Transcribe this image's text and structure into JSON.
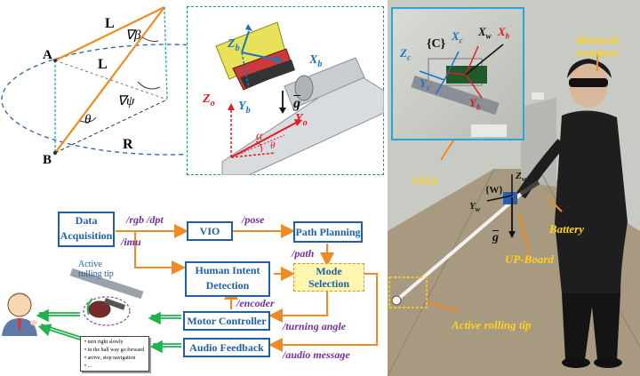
{
  "geometry": {
    "point_a": "A",
    "point_b": "B",
    "edge_l_top": "L",
    "edge_l_mid": "L",
    "angle_beta": "∇β",
    "angle_psi": "∇ψ",
    "angle_theta": "θ",
    "radius": "R"
  },
  "cane_frames": {
    "z_b": "Z",
    "x_b": "X",
    "y_b": "Y",
    "sub_b": "b",
    "z_o": "Z",
    "x_o": "Y",
    "y_o": "Y",
    "sub_o": "o",
    "alpha": "α",
    "theta": "θ",
    "gravity": "g"
  },
  "flow": {
    "data_acquisition": "Data\nAcquisition",
    "vio": "VIO",
    "path_planning": "Path Planning",
    "human_intent": "Human Intent\nDetection",
    "mode_selection": "Mode\nSelection",
    "motor_controller": "Motor Controller",
    "audio_feedback": "Audio Feedback",
    "lbl_rgb_dpt": "/rgb /dpt",
    "lbl_imu": "/imu",
    "lbl_pose": "/pose",
    "lbl_path": "/path",
    "lbl_encoder": "/encoder",
    "lbl_turning": "/turning angle",
    "lbl_audio": "/audio message",
    "tip_label": "Active\nrolling tip",
    "messages": [
      "turn right slowly",
      "in the hall way go forward",
      "arrive, stop navigation",
      "..."
    ]
  },
  "photo": {
    "x_c": "X",
    "x_w_top": "X",
    "x_b": "X",
    "z_c": "Z",
    "c_frame": "{C}",
    "y_c": "Y",
    "y_b": "Y",
    "bluetooth": "Bluetooth\nearphone",
    "vins": "VINS",
    "z_w": "Z",
    "y_w": "Y",
    "w_frame": "{W}",
    "gravity": "g",
    "battery": "Battery",
    "up_board": "UP-Board",
    "active_tip": "Active rolling tip"
  },
  "colors": {
    "orange": "#f08a24",
    "blue_box": "#1f5fa8",
    "purple_label": "#7030a0",
    "yellow_label": "#ffd21a",
    "green_arrow": "#22b14c",
    "red_axis": "#e31b23",
    "blue_axis": "#1e73be"
  }
}
